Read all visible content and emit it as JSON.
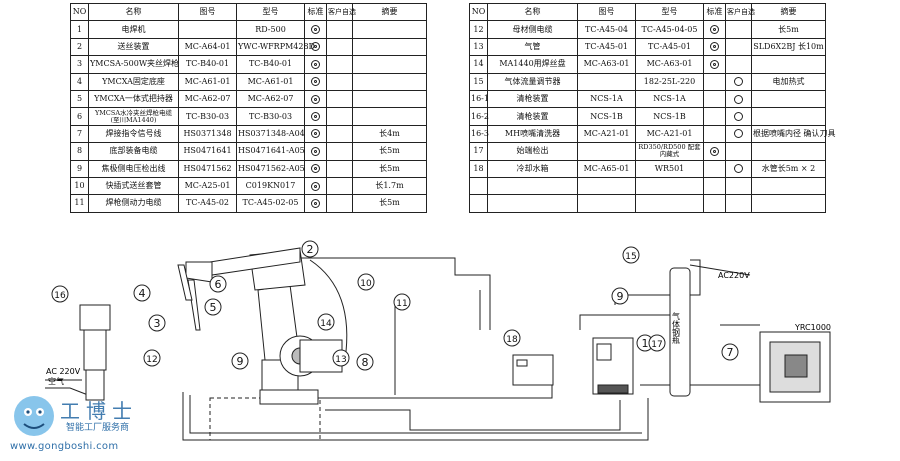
{
  "table_headers": {
    "no": "NO",
    "name": "名称",
    "drawing": "图号",
    "model": "型号",
    "standard": "标准",
    "custom": "客户自选",
    "note": "摘要"
  },
  "left_rows": [
    {
      "no": "1",
      "name": "电焊机",
      "drawing": "",
      "model": "RD-500",
      "std": "dbl",
      "cust": "",
      "note": ""
    },
    {
      "no": "2",
      "name": "送丝装置",
      "drawing": "MC-A64-01",
      "model": "YWC-WFRPM428D",
      "std": "dbl",
      "cust": "",
      "note": ""
    },
    {
      "no": "3",
      "name": "YMCSA-500W夹丝焊枪",
      "drawing": "TC-B40-01",
      "model": "TC-B40-01",
      "std": "dbl",
      "cust": "",
      "note": ""
    },
    {
      "no": "4",
      "name": "YMCXA固定底座",
      "drawing": "MC-A61-01",
      "model": "MC-A61-01",
      "std": "dbl",
      "cust": "",
      "note": ""
    },
    {
      "no": "5",
      "name": "YMCXA一体式把持器",
      "drawing": "MC-A62-07",
      "model": "MC-A62-07",
      "std": "dbl",
      "cust": "",
      "note": ""
    },
    {
      "no": "6",
      "name": "YMCSA水冷夹丝焊枪电缆 (至川MA1440)",
      "drawing": "TC-B30-03",
      "model": "TC-B30-03",
      "std": "dbl",
      "cust": "",
      "note": ""
    },
    {
      "no": "7",
      "name": "焊接指令信号线",
      "drawing": "HS0371348",
      "model": "HS0371348-A04",
      "std": "dbl",
      "cust": "",
      "note": "长4m"
    },
    {
      "no": "8",
      "name": "底部装备电缆",
      "drawing": "HS0471641",
      "model": "HS0471641-A05",
      "std": "dbl",
      "cust": "",
      "note": "长5m"
    },
    {
      "no": "9",
      "name": "焦极侧电压检出线",
      "drawing": "HS0471562",
      "model": "HS0471562-A05",
      "std": "dbl",
      "cust": "",
      "note": "长5m"
    },
    {
      "no": "10",
      "name": "快插式送丝套管",
      "drawing": "MC-A25-01",
      "model": "C019KN017",
      "std": "dbl",
      "cust": "",
      "note": "长1.7m"
    },
    {
      "no": "11",
      "name": "焊枪侧动力电缆",
      "drawing": "TC-A45-02",
      "model": "TC-A45-02-05",
      "std": "dbl",
      "cust": "",
      "note": "长5m"
    }
  ],
  "right_rows": [
    {
      "no": "12",
      "name": "母材侧电缆",
      "drawing": "TC-A45-04",
      "model": "TC-A45-04-05",
      "std": "dbl",
      "cust": "",
      "note": "长5m"
    },
    {
      "no": "13",
      "name": "气管",
      "drawing": "TC-A45-01",
      "model": "TC-A45-01",
      "std": "dbl",
      "cust": "",
      "note": "SLD6X2BJ 长10m"
    },
    {
      "no": "14",
      "name": "MA1440用焊丝盘",
      "drawing": "MC-A63-01",
      "model": "MC-A63-01",
      "std": "dbl",
      "cust": "",
      "note": ""
    },
    {
      "no": "15",
      "name": "气体流量调节器",
      "drawing": "",
      "model": "182-25L-220",
      "std": "",
      "cust": "sgl",
      "note": "电加热式"
    },
    {
      "no": "16-1",
      "name": "清枪装置",
      "drawing": "NCS-1A",
      "model": "NCS-1A",
      "std": "",
      "cust": "sgl",
      "note": ""
    },
    {
      "no": "16-2",
      "name": "清枪装置",
      "drawing": "NCS-1B",
      "model": "NCS-1B",
      "std": "",
      "cust": "sgl",
      "note": ""
    },
    {
      "no": "16-3",
      "name": "MH喷嘴清洗器",
      "drawing": "MC-A21-01",
      "model": "MC-A21-01",
      "std": "",
      "cust": "sgl",
      "note": "根据喷嘴内径 确认刀具"
    },
    {
      "no": "17",
      "name": "始端检出",
      "drawing": "",
      "model": "RD350/RD500 配套内藏式",
      "std": "dbl",
      "cust": "",
      "note": ""
    },
    {
      "no": "18",
      "name": "冷却水箱",
      "drawing": "MC-A65-01",
      "model": "WR501",
      "std": "",
      "cust": "sgl",
      "note": "水管长5m × 2"
    },
    {
      "no": "",
      "name": "",
      "drawing": "",
      "model": "",
      "std": "",
      "cust": "",
      "note": ""
    },
    {
      "no": "",
      "name": "",
      "drawing": "",
      "model": "",
      "std": "",
      "cust": "",
      "note": ""
    }
  ],
  "diagram": {
    "callouts": [
      "1",
      "2",
      "3",
      "4",
      "5",
      "6",
      "7",
      "8",
      "9",
      "9",
      "10",
      "11",
      "12",
      "13",
      "14",
      "15",
      "16",
      "17",
      "18"
    ],
    "label_ac220v_left": "AC 220V",
    "label_air": "空气",
    "label_ac220v_right": "AC220V",
    "label_gas_cylinder": "气体钢瓶",
    "label_yrc": "YRC1000"
  },
  "watermark": {
    "name": "工博士",
    "subtitle": "智能工厂服务商",
    "site": "www.gongboshi.com"
  }
}
